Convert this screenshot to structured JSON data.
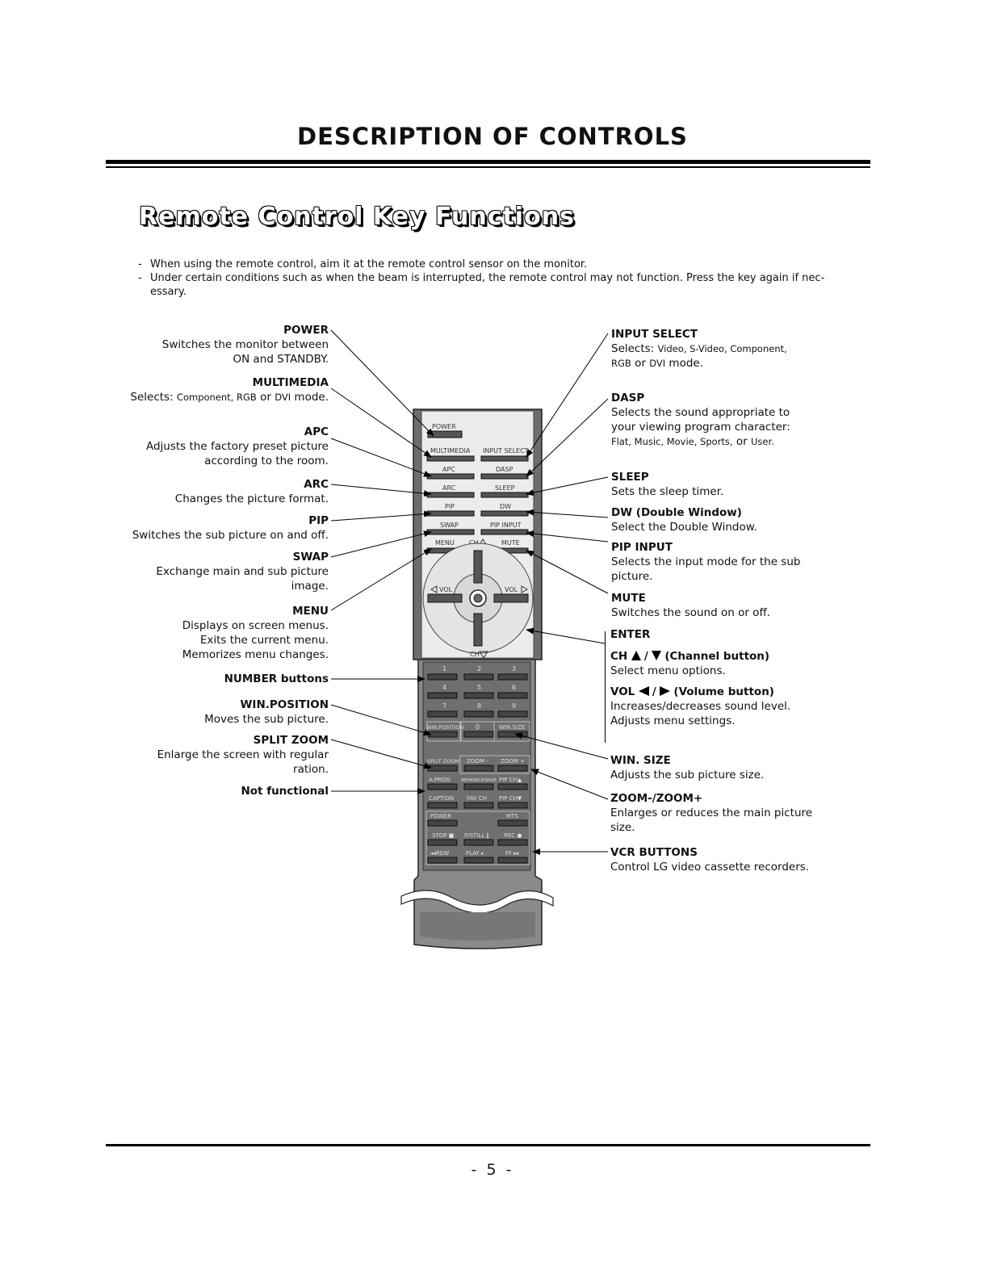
{
  "header": {
    "title": "DESCRIPTION OF CONTROLS"
  },
  "section_title": "Remote Control Key Functions",
  "intro": [
    {
      "bullet": "-",
      "text": "When using the remote control, aim it at the remote control sensor on the monitor."
    },
    {
      "bullet": "-",
      "text": "Under certain conditions such as when the beam is interrupted, the remote control may not function. Press the key again if nec-"
    },
    {
      "bullet": "",
      "text": "essary."
    }
  ],
  "left_labels": {
    "power": {
      "title": "POWER",
      "line1": "Switches the monitor between",
      "line2": "ON and STANDBY."
    },
    "multimedia": {
      "title": "MULTIMEDIA",
      "prefix": "Selects: ",
      "opts": "Component, RGB",
      "or": " or ",
      "opt2": "DVI",
      "suffix": " mode."
    },
    "apc": {
      "title": "APC",
      "line1": "Adjusts the factory preset picture",
      "line2": "according to the room."
    },
    "arc": {
      "title": "ARC",
      "line1": "Changes the picture format."
    },
    "pip": {
      "title": "PIP",
      "line1": "Switches the sub picture on and off."
    },
    "swap": {
      "title": "SWAP",
      "line1": "Exchange main and sub picture",
      "line2": "image."
    },
    "menu": {
      "title": "MENU",
      "line1": "Displays on screen menus.",
      "line2": "Exits the current menu.",
      "line3": "Memorizes menu changes."
    },
    "number": {
      "title": "NUMBER buttons"
    },
    "winpos": {
      "title": "WIN.POSITION",
      "line1": "Moves the sub picture."
    },
    "splitzoom": {
      "title": "SPLIT ZOOM",
      "line1": "Enlarge the screen with regular",
      "line2": "ration."
    },
    "notfunc": {
      "title": "Not functional"
    }
  },
  "right_labels": {
    "input_select": {
      "title": "INPUT SELECT",
      "prefix": "Selects: ",
      "opts1": "Video, S-Video, Component,",
      "opts2": "RGB",
      "or": " or ",
      "opt3": "DVI",
      "suffix": " mode."
    },
    "dasp": {
      "title": "DASP",
      "line1": "Selects the sound appropriate to",
      "line2": "your viewing program character:",
      "opts": "Flat, Music, Movie, Sports,",
      "or": " or ",
      "opt_last": "User."
    },
    "sleep": {
      "title": "SLEEP",
      "line1": "Sets the sleep timer."
    },
    "dw": {
      "title": "DW (Double Window)",
      "line1": "Select the Double Window."
    },
    "pip_input": {
      "title": "PIP INPUT",
      "line1": "Selects the input mode for the sub",
      "line2": "picture."
    },
    "mute": {
      "title": "MUTE",
      "line1": "Switches the sound on or off."
    },
    "enter": {
      "title": "ENTER"
    },
    "ch": {
      "title_a": "CH",
      "sep": "/",
      "title_b": "(Channel button)",
      "line1": "Select menu options."
    },
    "vol": {
      "title_a": "VOL",
      "sep": "/",
      "title_b": "(Volume button)",
      "line1": "Increases/decreases sound level.",
      "line2": "Adjusts menu settings."
    },
    "win_size": {
      "title": "WIN. SIZE",
      "line1": "Adjusts the sub picture size."
    },
    "zoom": {
      "title": "ZOOM-/ZOOM+",
      "line1": "Enlarges or reduces the main picture",
      "line2": "size."
    },
    "vcr": {
      "title": "VCR BUTTONS",
      "line1": "Control LG video cassette recorders."
    }
  },
  "remote": {
    "power": "POWER",
    "multimedia": "MULTIMEDIA",
    "input_select": "INPUT SELECT",
    "apc": "APC",
    "dasp": "DASP",
    "arc": "ARC",
    "sleep": "SLEEP",
    "pip": "PIP",
    "dw": "DW",
    "swap": "SWAP",
    "pip_input": "PIP INPUT",
    "menu": "MENU",
    "ch_up": "CH",
    "mute": "MUTE",
    "vol_left": "VOL",
    "vol_right": "VOL",
    "ch_down": "CH",
    "numbers": [
      "1",
      "2",
      "3",
      "4",
      "5",
      "6",
      "7",
      "8",
      "9"
    ],
    "win_position": "WIN.POSITION",
    "zero": "0",
    "win_size": "WIN.SIZE",
    "split_zoom": "SPLIT ZOOM",
    "zoom_minus": "ZOOM -",
    "zoom_plus": "ZOOM +",
    "a_prog": "A.PROG",
    "memory_erase": "MEMORY/ERASE",
    "pip_ch_up": "PIP CH▲",
    "caption": "CAPTION",
    "fav_ch": "FAV CH",
    "pip_ch_down": "PIP CH▼",
    "vcr_power": "POWER",
    "mts": "MTS",
    "stop": "STOP ■",
    "pstill": "P/STILL ‖",
    "rec": "REC ●",
    "rew": "◂◂REW",
    "play": "PLAY ▸",
    "ff": "FF ▸▸"
  },
  "footer": {
    "page": "- 5 -"
  }
}
